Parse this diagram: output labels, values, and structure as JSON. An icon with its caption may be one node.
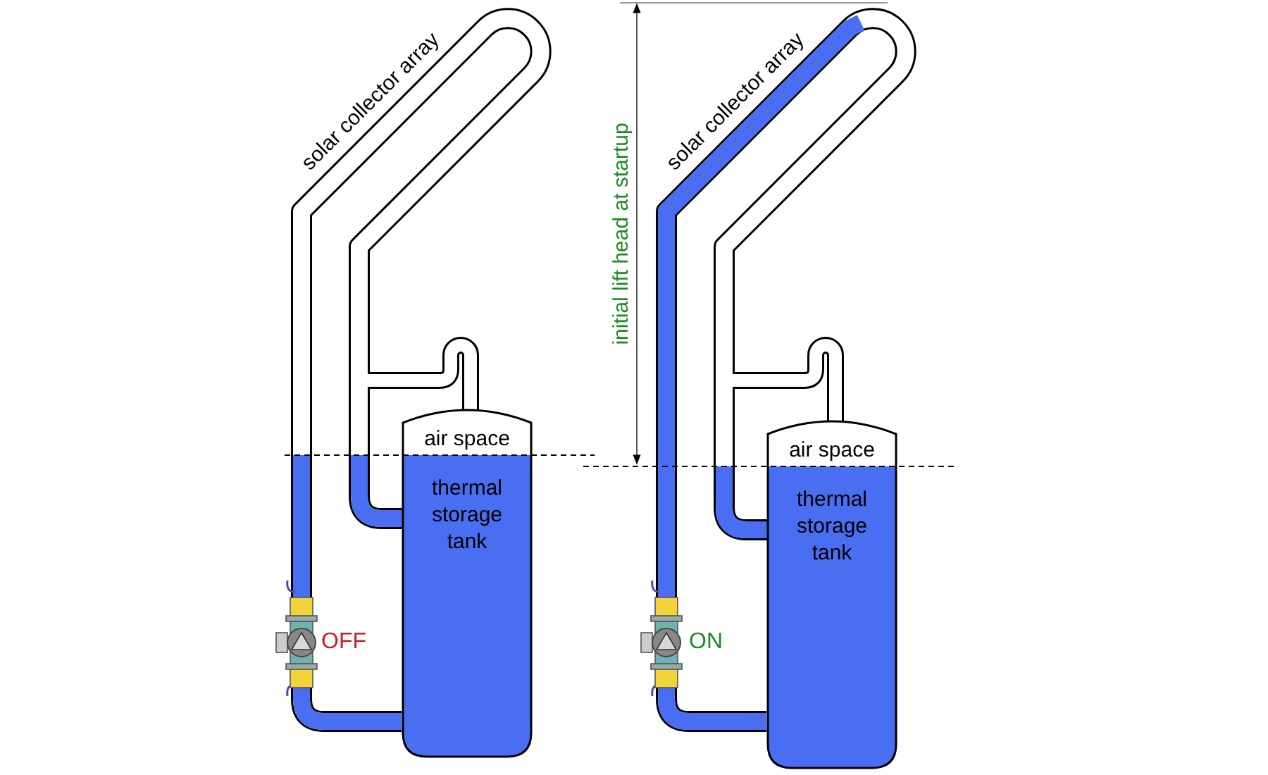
{
  "diagram": {
    "nodes": [
      {
        "text": [
          "air space",
          "thermal storage tank"
        ]
      },
      {
        "text": [
          "air space",
          "thermal storage tank"
        ]
      }
    ],
    "labels": [
      "solar collector array",
      "initial lift head at startup",
      "solar collector array",
      "OFF",
      "ON"
    ]
  }
}
